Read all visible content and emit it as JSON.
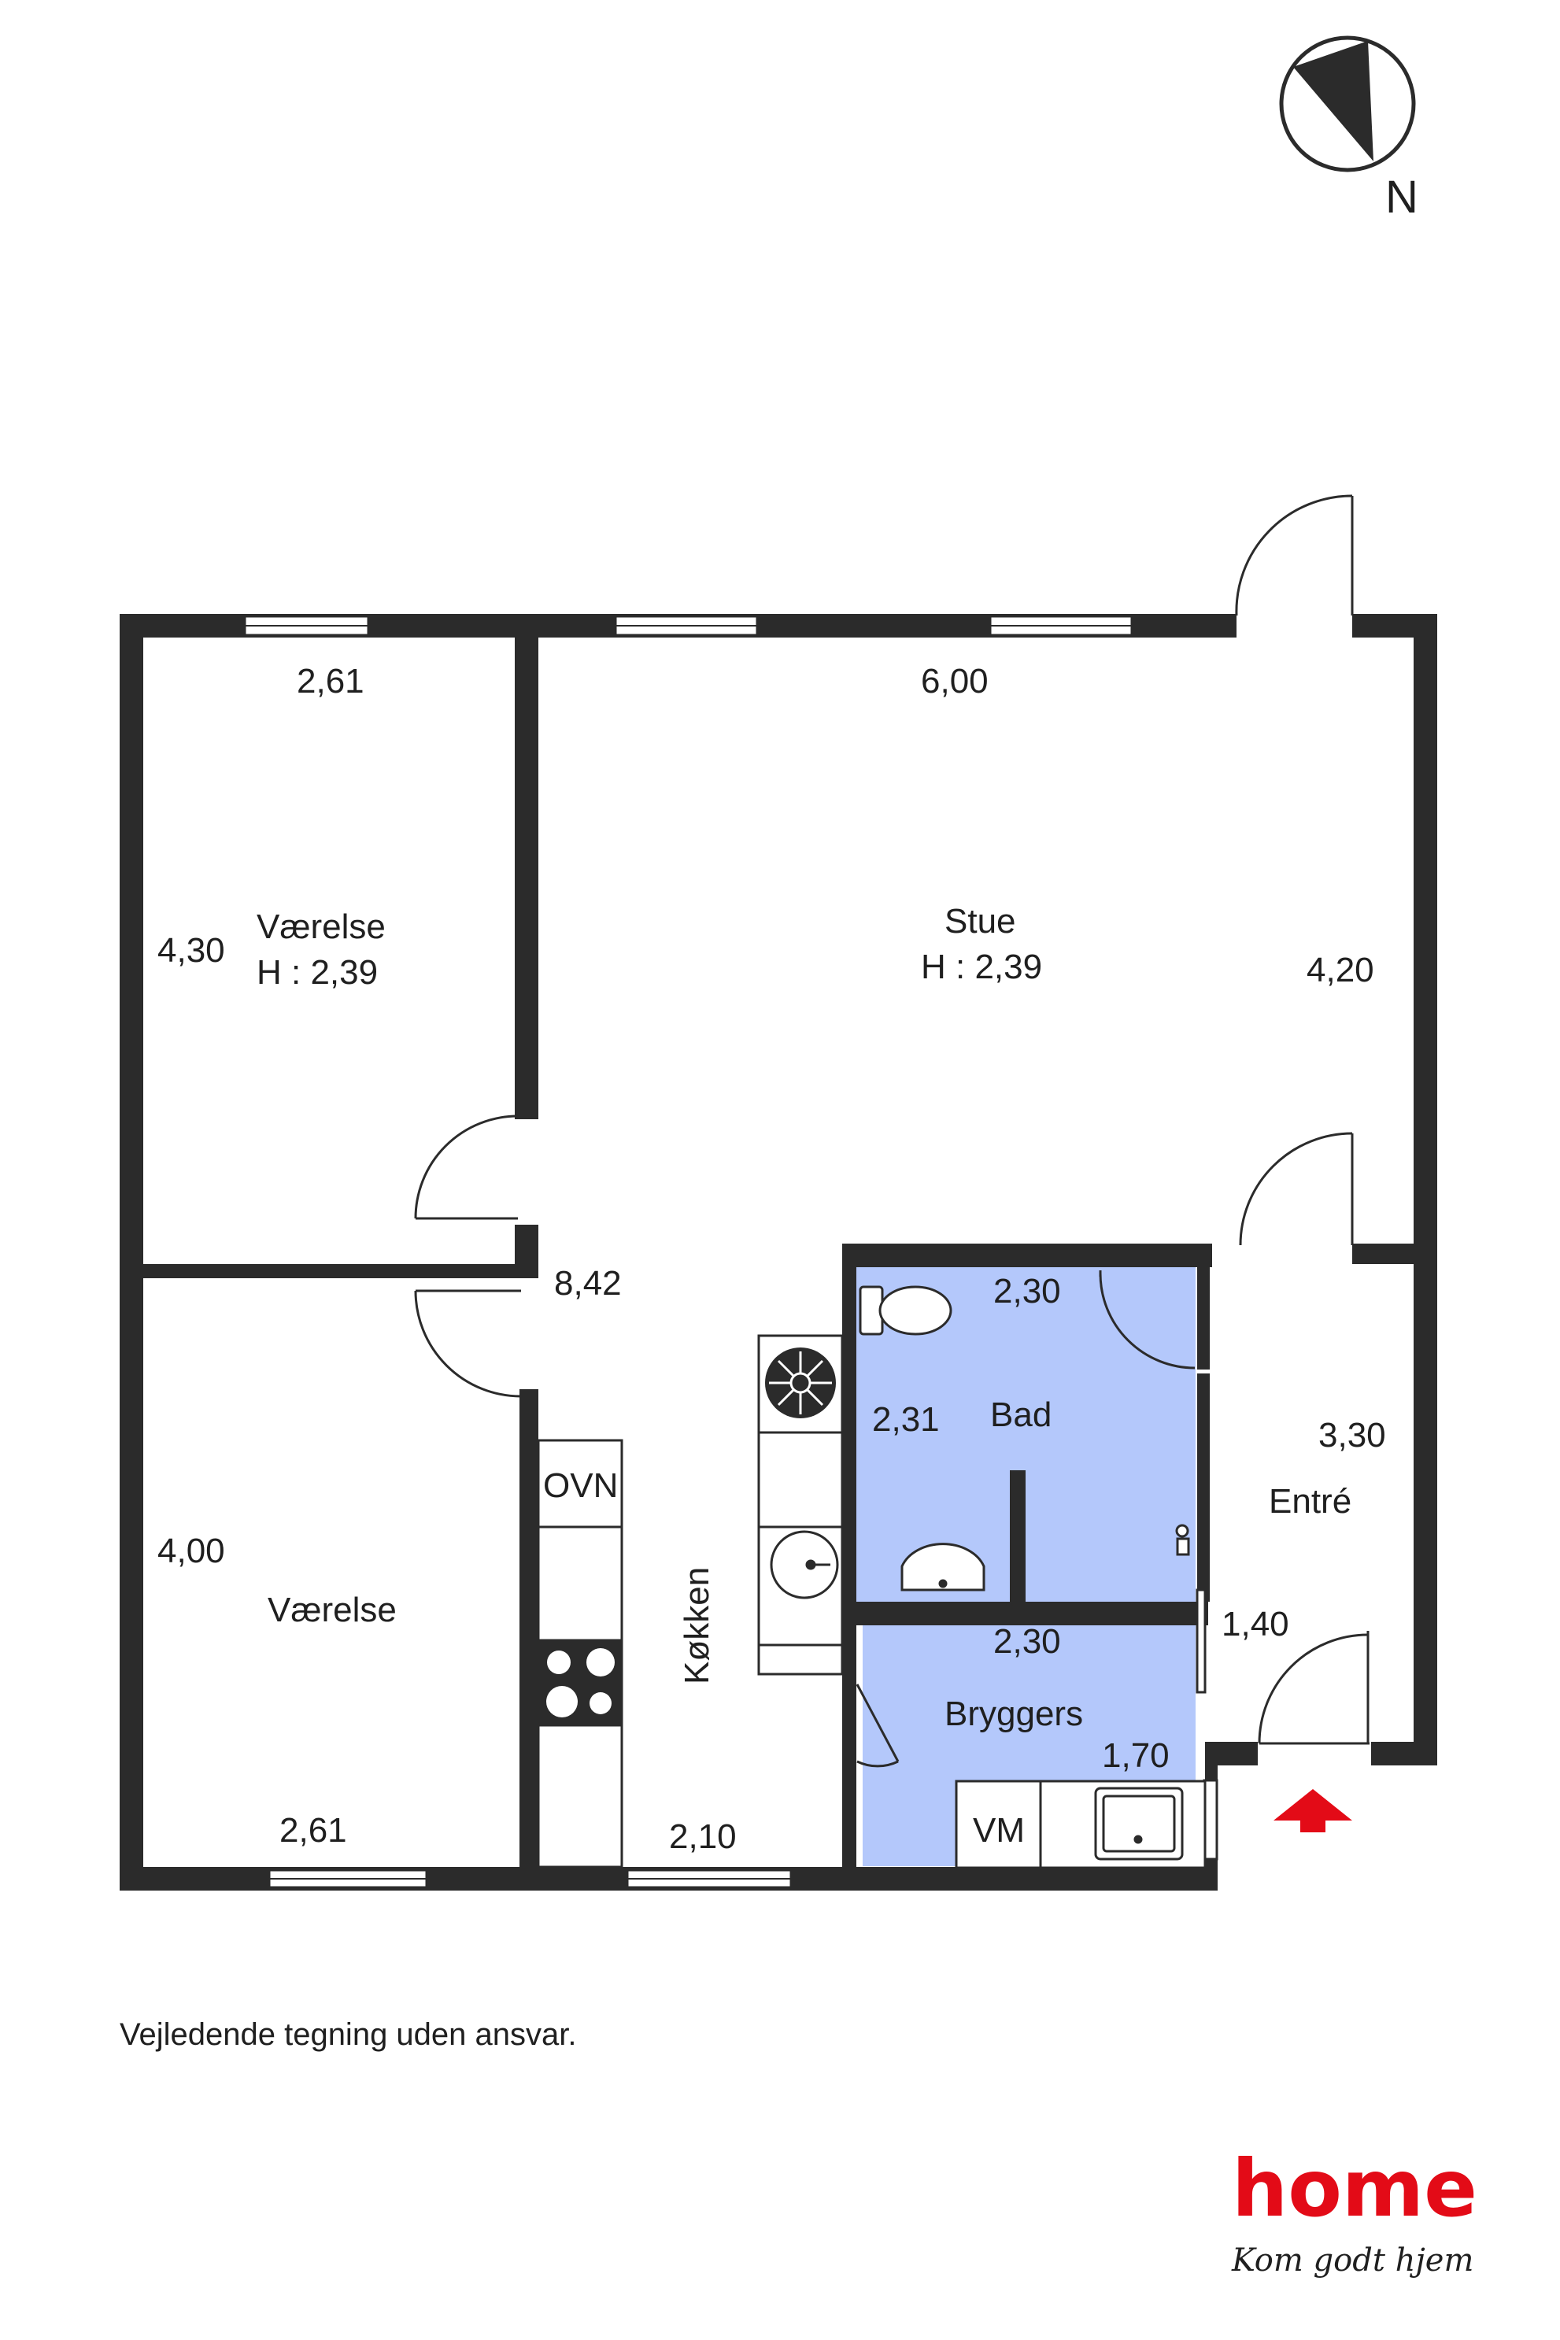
{
  "compass": {
    "letter": "N"
  },
  "rooms": {
    "vaerelse1": {
      "name": "Værelse",
      "height": "H : 2,39",
      "dim_top": "2,61",
      "dim_side": "4,30"
    },
    "stue": {
      "name": "Stue",
      "height": "H : 2,39",
      "dim_top": "6,00",
      "dim_side": "4,20"
    },
    "vaerelse2": {
      "name": "Værelse",
      "dim_side": "4,00",
      "dim_bottom": "2,61"
    },
    "koekken": {
      "name": "Køkken",
      "dim_bottom": "2,10",
      "oven": "OVN"
    },
    "hall": {
      "dim": "8,42"
    },
    "bad": {
      "name": "Bad",
      "dim_top": "2,30",
      "dim_side": "2,31"
    },
    "bryggers": {
      "name": "Bryggers",
      "dim_top": "2,30",
      "dim_side": "1,70",
      "washer": "VM"
    },
    "entre": {
      "name": "Entré",
      "dim_side": "3,30",
      "dim_bottom": "1,40"
    }
  },
  "colors": {
    "wall": "#2b2b2b",
    "wet_room": "#b4c8fb",
    "entrance_arrow": "#e30b17",
    "logo_red": "#e30b17"
  },
  "footer": {
    "disclaimer": "Vejledende tegning uden ansvar."
  },
  "logo": {
    "word": "home",
    "tagline": "Kom godt hjem"
  }
}
